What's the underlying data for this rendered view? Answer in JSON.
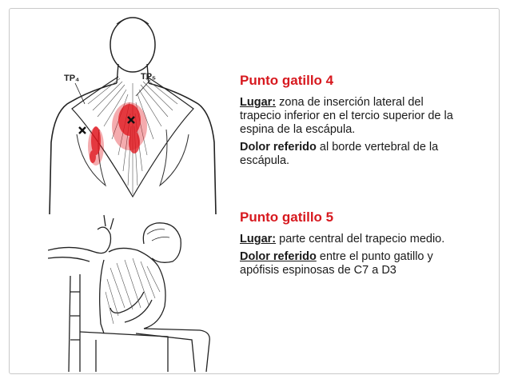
{
  "figure_top": {
    "label_left": "TP₄",
    "label_right": "TP₅"
  },
  "tp4": {
    "title": "Punto gatillo 4",
    "lugar_label": "Lugar:",
    "lugar_text": " zona de inserción lateral del trapecio inferior en el tercio superior de la espina de la escápula.",
    "dolor_label": "Dolor referido",
    "dolor_text": " al borde vertebral de la escápula."
  },
  "tp5": {
    "title": "Punto gatillo 5",
    "lugar_label": "Lugar:",
    "lugar_text": " parte central  del trapecio medio.",
    "dolor_label": "Dolor referido",
    "dolor_text": "  entre el punto gatillo y apófisis espinosas de C7 a D3"
  },
  "colors": {
    "title_red": "#d7191f",
    "referred_pain_red": "#e0121a"
  }
}
